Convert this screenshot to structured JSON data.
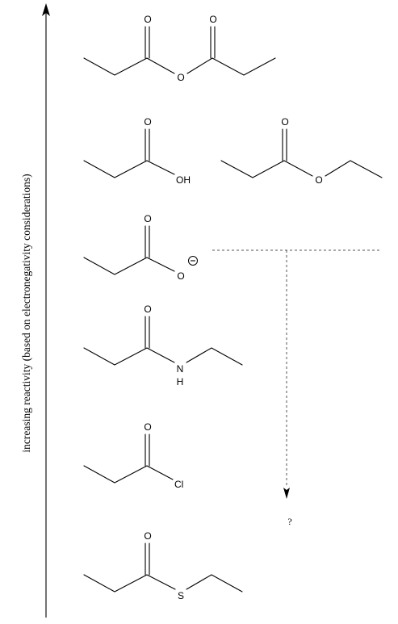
{
  "axis": {
    "label": "increasing reactivity (based on electronegativity considerations)"
  },
  "molecules": [
    {
      "id": "propanoic-anhydride",
      "atoms": [
        "O",
        "O",
        "O"
      ]
    },
    {
      "id": "propanoic-acid",
      "atoms": [
        "O",
        "OH"
      ]
    },
    {
      "id": "ethyl-propanoate",
      "atoms": [
        "O",
        "O"
      ]
    },
    {
      "id": "propanoate",
      "atoms": [
        "O",
        "O",
        "⊖"
      ]
    },
    {
      "id": "n-ethylpropanamide",
      "atoms": [
        "O",
        "N",
        "H"
      ]
    },
    {
      "id": "propanoyl-chloride",
      "atoms": [
        "O",
        "Cl"
      ]
    },
    {
      "id": "s-ethyl-propanethioate",
      "atoms": [
        "O",
        "S"
      ]
    }
  ],
  "placement": {
    "question_mark": "?"
  }
}
